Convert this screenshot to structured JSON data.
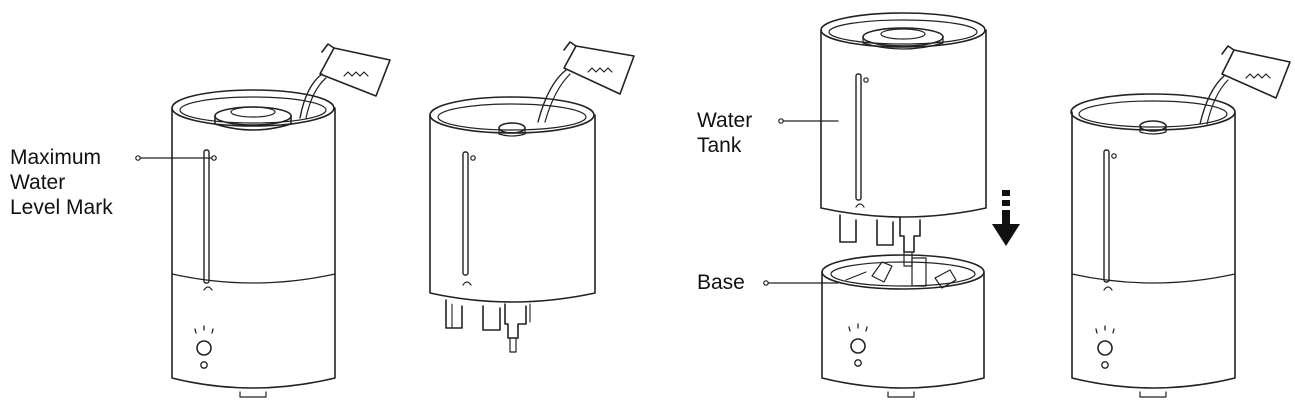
{
  "labels": {
    "max_level": "Maximum\nWater\nLevel Mark",
    "water_tank": "Water\nTank",
    "base": "Base"
  },
  "icons": [
    "water-jug-icon",
    "down-arrow-icon",
    "power-button-icon",
    "mist-indicator-icon"
  ],
  "colors": {
    "line": "#222222",
    "background": "#ffffff"
  }
}
